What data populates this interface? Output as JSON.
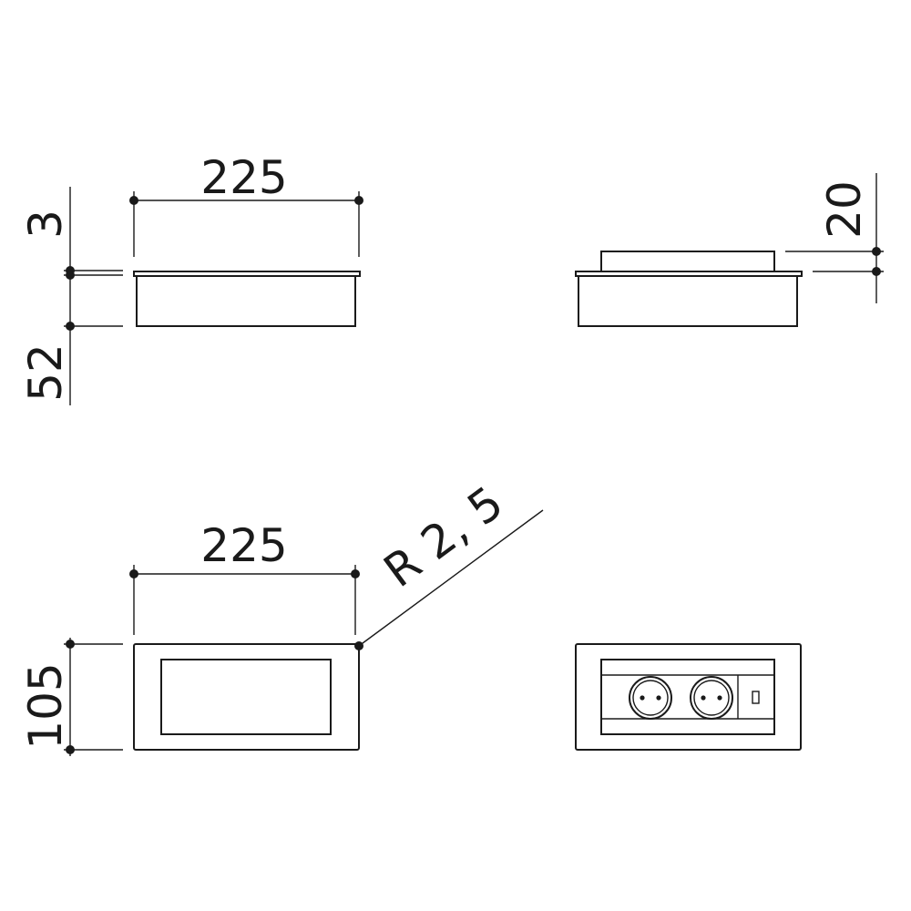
{
  "views": {
    "side_view": {
      "width_label": "225",
      "lid_height_label": "3",
      "body_height_label": "52"
    },
    "side_view_open": {
      "raise_label": "20"
    },
    "top_view": {
      "width_label": "225",
      "depth_label": "105",
      "radius_label": "R 2, 5"
    },
    "top_view_open": {
      "socket_count": 2,
      "usb_port_count": 1
    }
  },
  "colors": {
    "line": "#1a1a1a",
    "background": "#ffffff"
  }
}
